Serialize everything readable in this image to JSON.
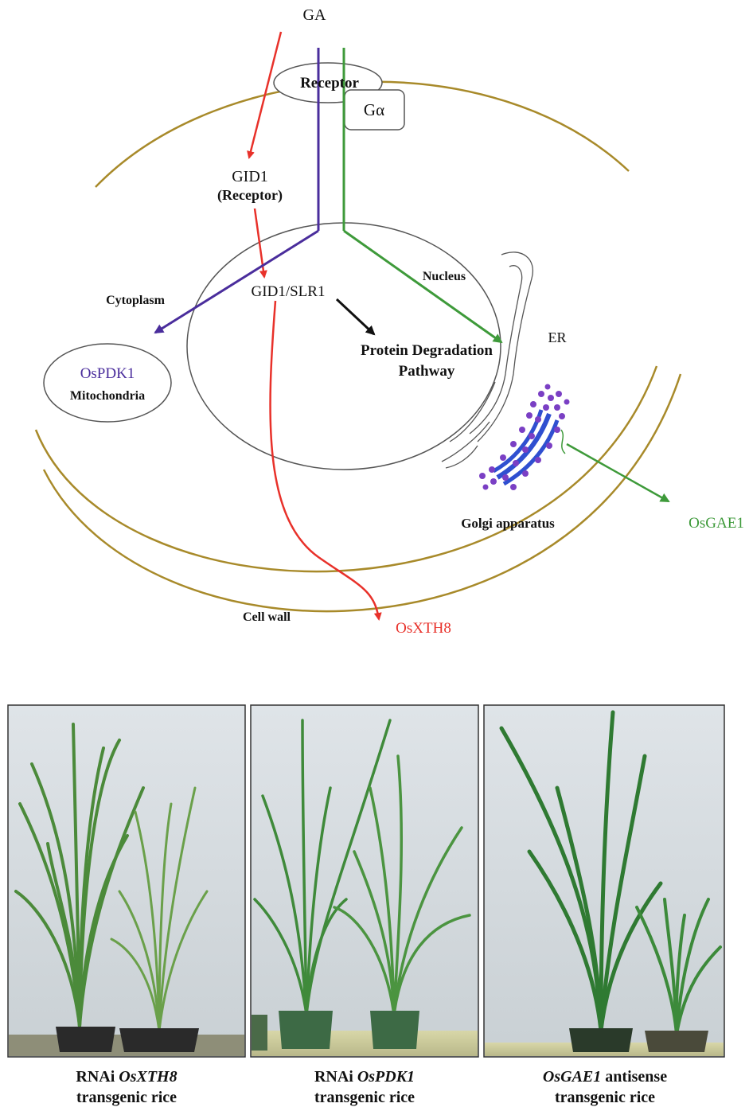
{
  "diagram": {
    "ga": "GA",
    "receptor": "Receptor",
    "g_alpha": "Gα",
    "gid1": "GID1",
    "gid1_sub": "(Receptor)",
    "cytoplasm": "Cytoplasm",
    "gid1_slr1": "GID1/SLR1",
    "nucleus": "Nucleus",
    "er": "ER",
    "protein_deg_1": "Protein Degradation",
    "protein_deg_2": "Pathway",
    "ospdk1": "OsPDK1",
    "mitochondria": "Mitochondria",
    "golgi": "Golgi apparatus",
    "osgae1": "OsGAE1",
    "cell_wall": "Cell wall",
    "osxth8": "OsXTH8",
    "colors": {
      "red_path": "#e8312a",
      "blue_path": "#4a2d9c",
      "green_path": "#3e9a3a",
      "membrane": "#a88a2a",
      "golgi_dots": "#7a3fc4",
      "golgi_body": "#2f4fd0"
    }
  },
  "photos": [
    {
      "caption_prefix": "RNAi ",
      "caption_gene": "OsXTH8",
      "caption_suffix": "",
      "caption_line2": "transgenic rice"
    },
    {
      "caption_prefix": "RNAi ",
      "caption_gene": "OsPDK1",
      "caption_suffix": "",
      "caption_line2": "transgenic rice"
    },
    {
      "caption_prefix": "",
      "caption_gene": "OsGAE1",
      "caption_suffix": " antisense",
      "caption_line2": "transgenic rice"
    }
  ]
}
